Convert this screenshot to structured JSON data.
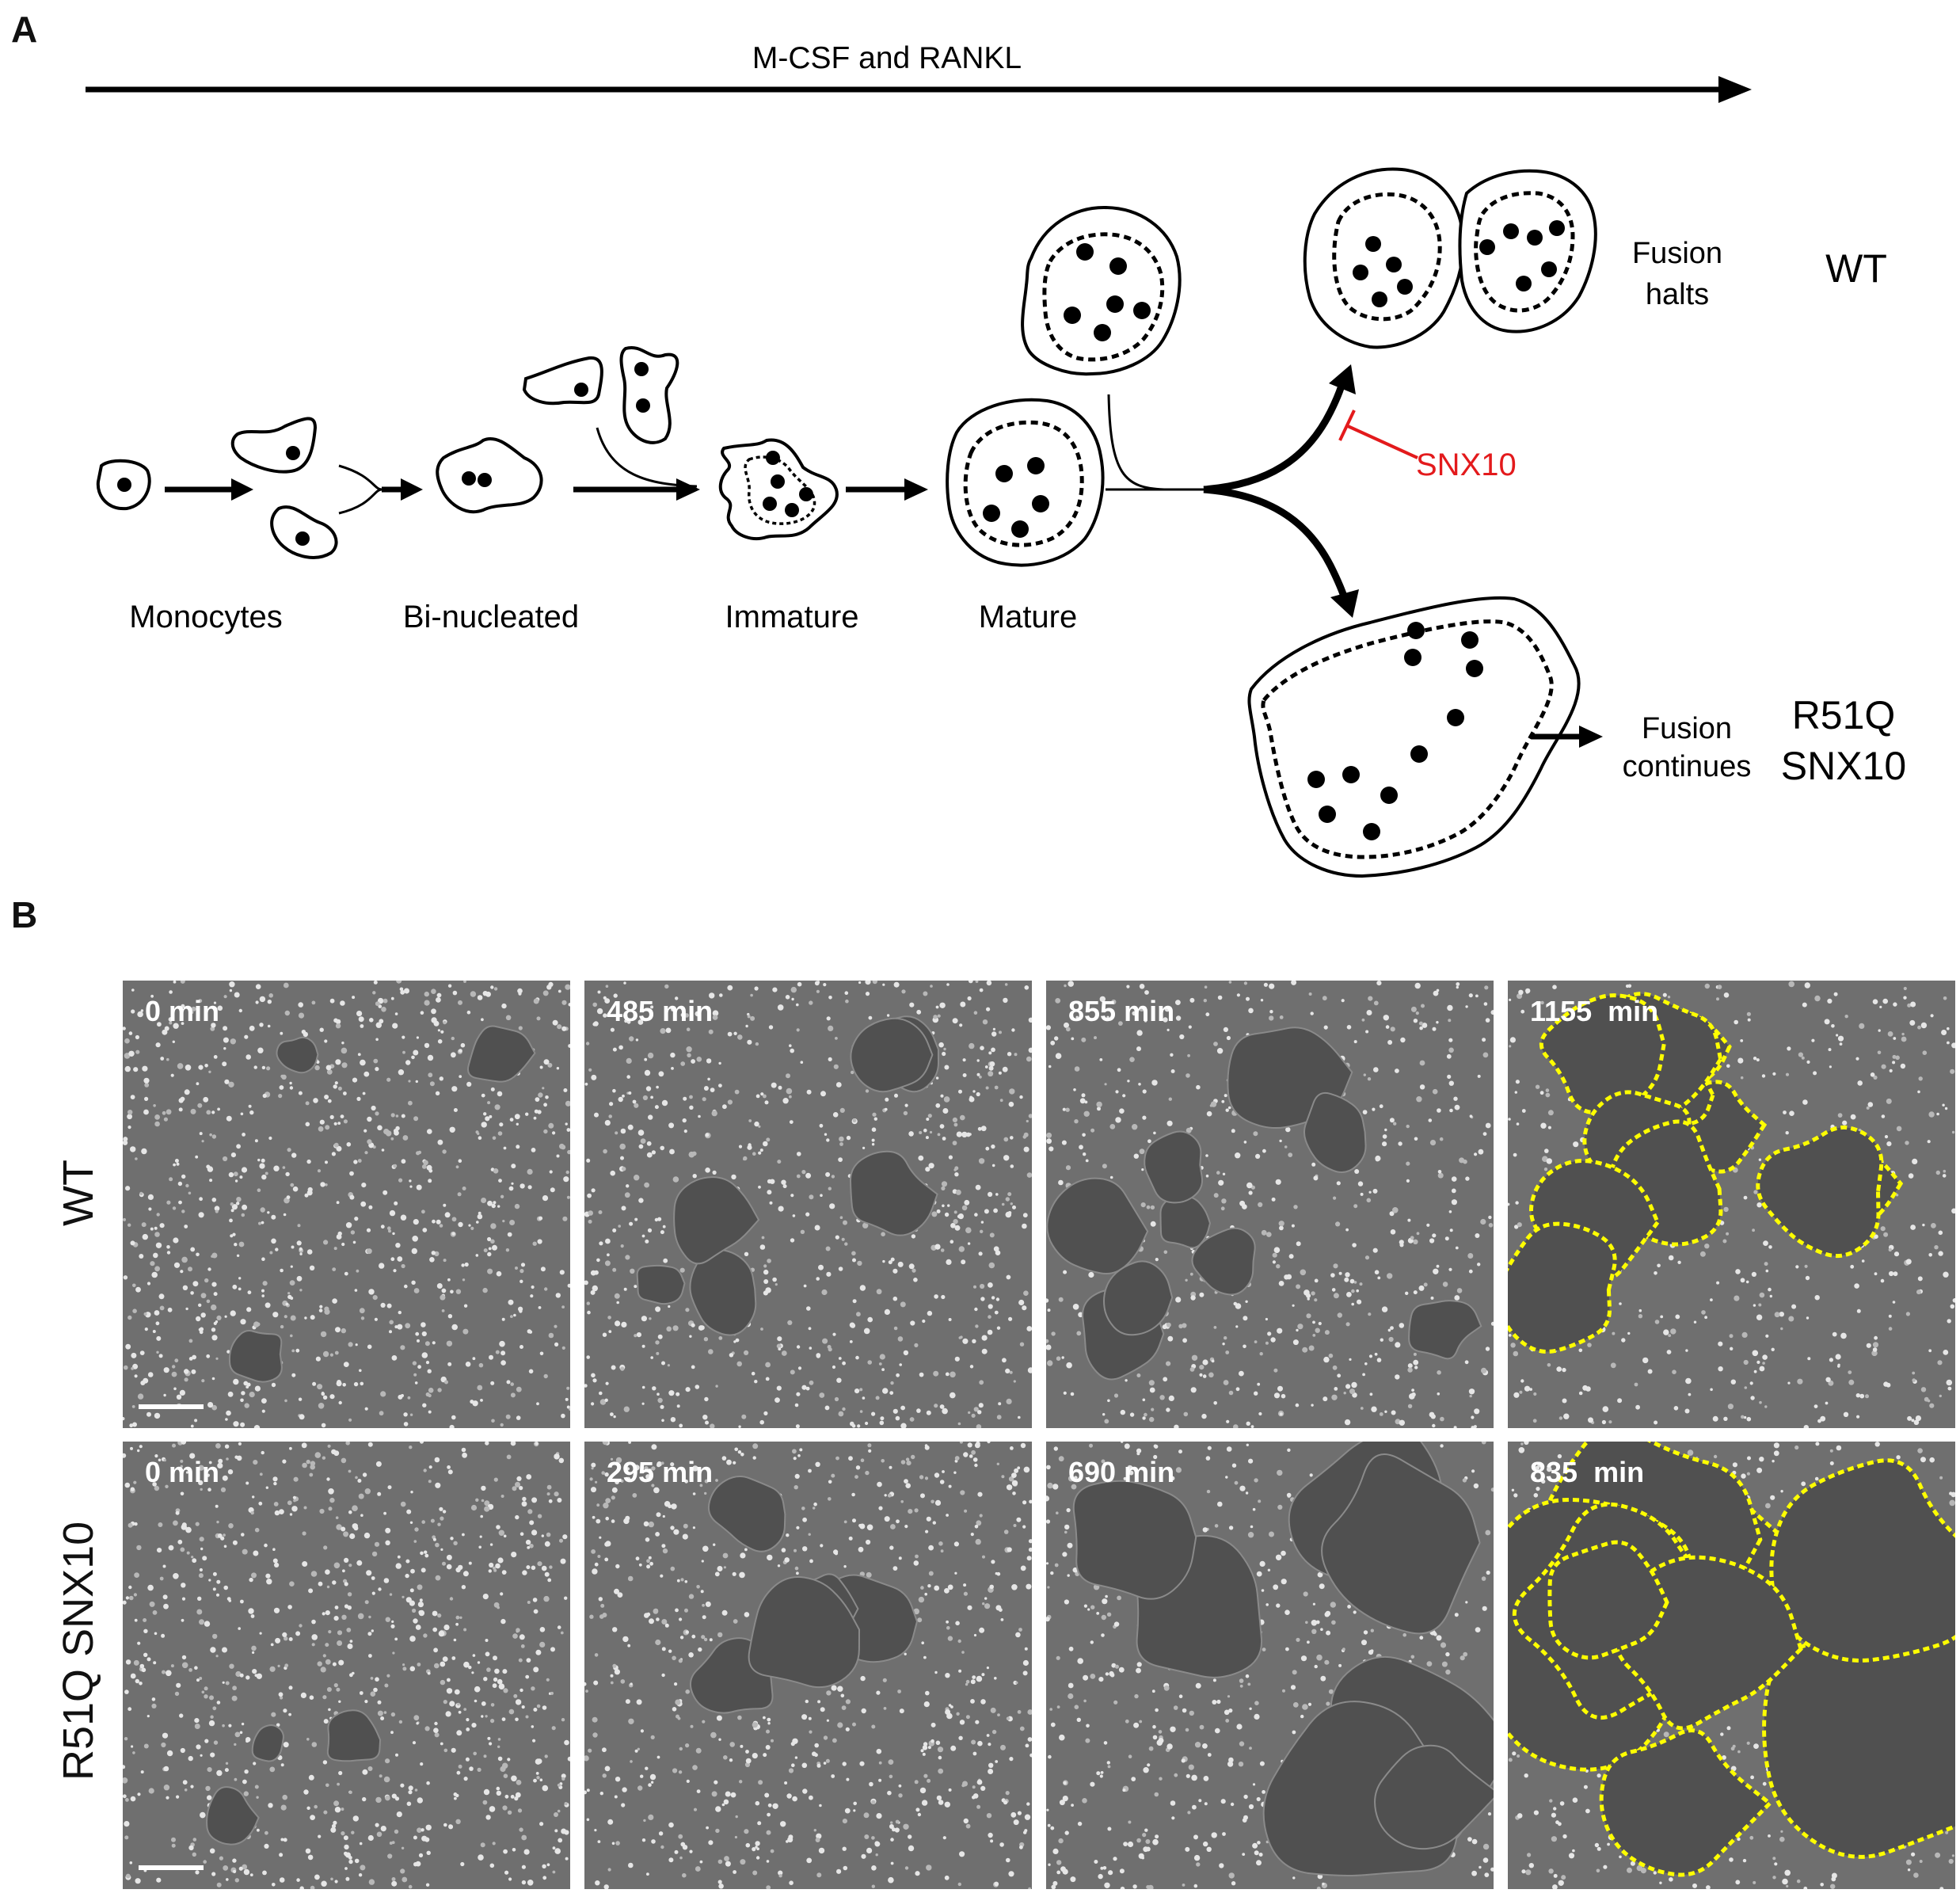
{
  "panel_a": {
    "letter": "A",
    "treatment": "M-CSF and RANKL",
    "stages": [
      "Monocytes",
      "Bi-nucleated",
      "Immature",
      "Mature"
    ],
    "wt_outcome_line1": "Fusion",
    "wt_outcome_line2": "halts",
    "wt_label": "WT",
    "inhibitor": "SNX10",
    "mut_outcome_line1": "Fusion",
    "mut_outcome_line2": "continues",
    "mut_label_line1": "R51Q",
    "mut_label_line2": "SNX10",
    "inhibitor_color": "#e31a1c"
  },
  "panel_b": {
    "letter": "B",
    "rows": [
      {
        "label": "WT",
        "times": [
          "0 min",
          "485 min",
          "855 min",
          "1155  min"
        ]
      },
      {
        "label": "R51Q SNX10",
        "times": [
          "0 min",
          "295 min",
          "690 min",
          "835  min"
        ]
      }
    ],
    "outline_color": "#ffff00"
  }
}
